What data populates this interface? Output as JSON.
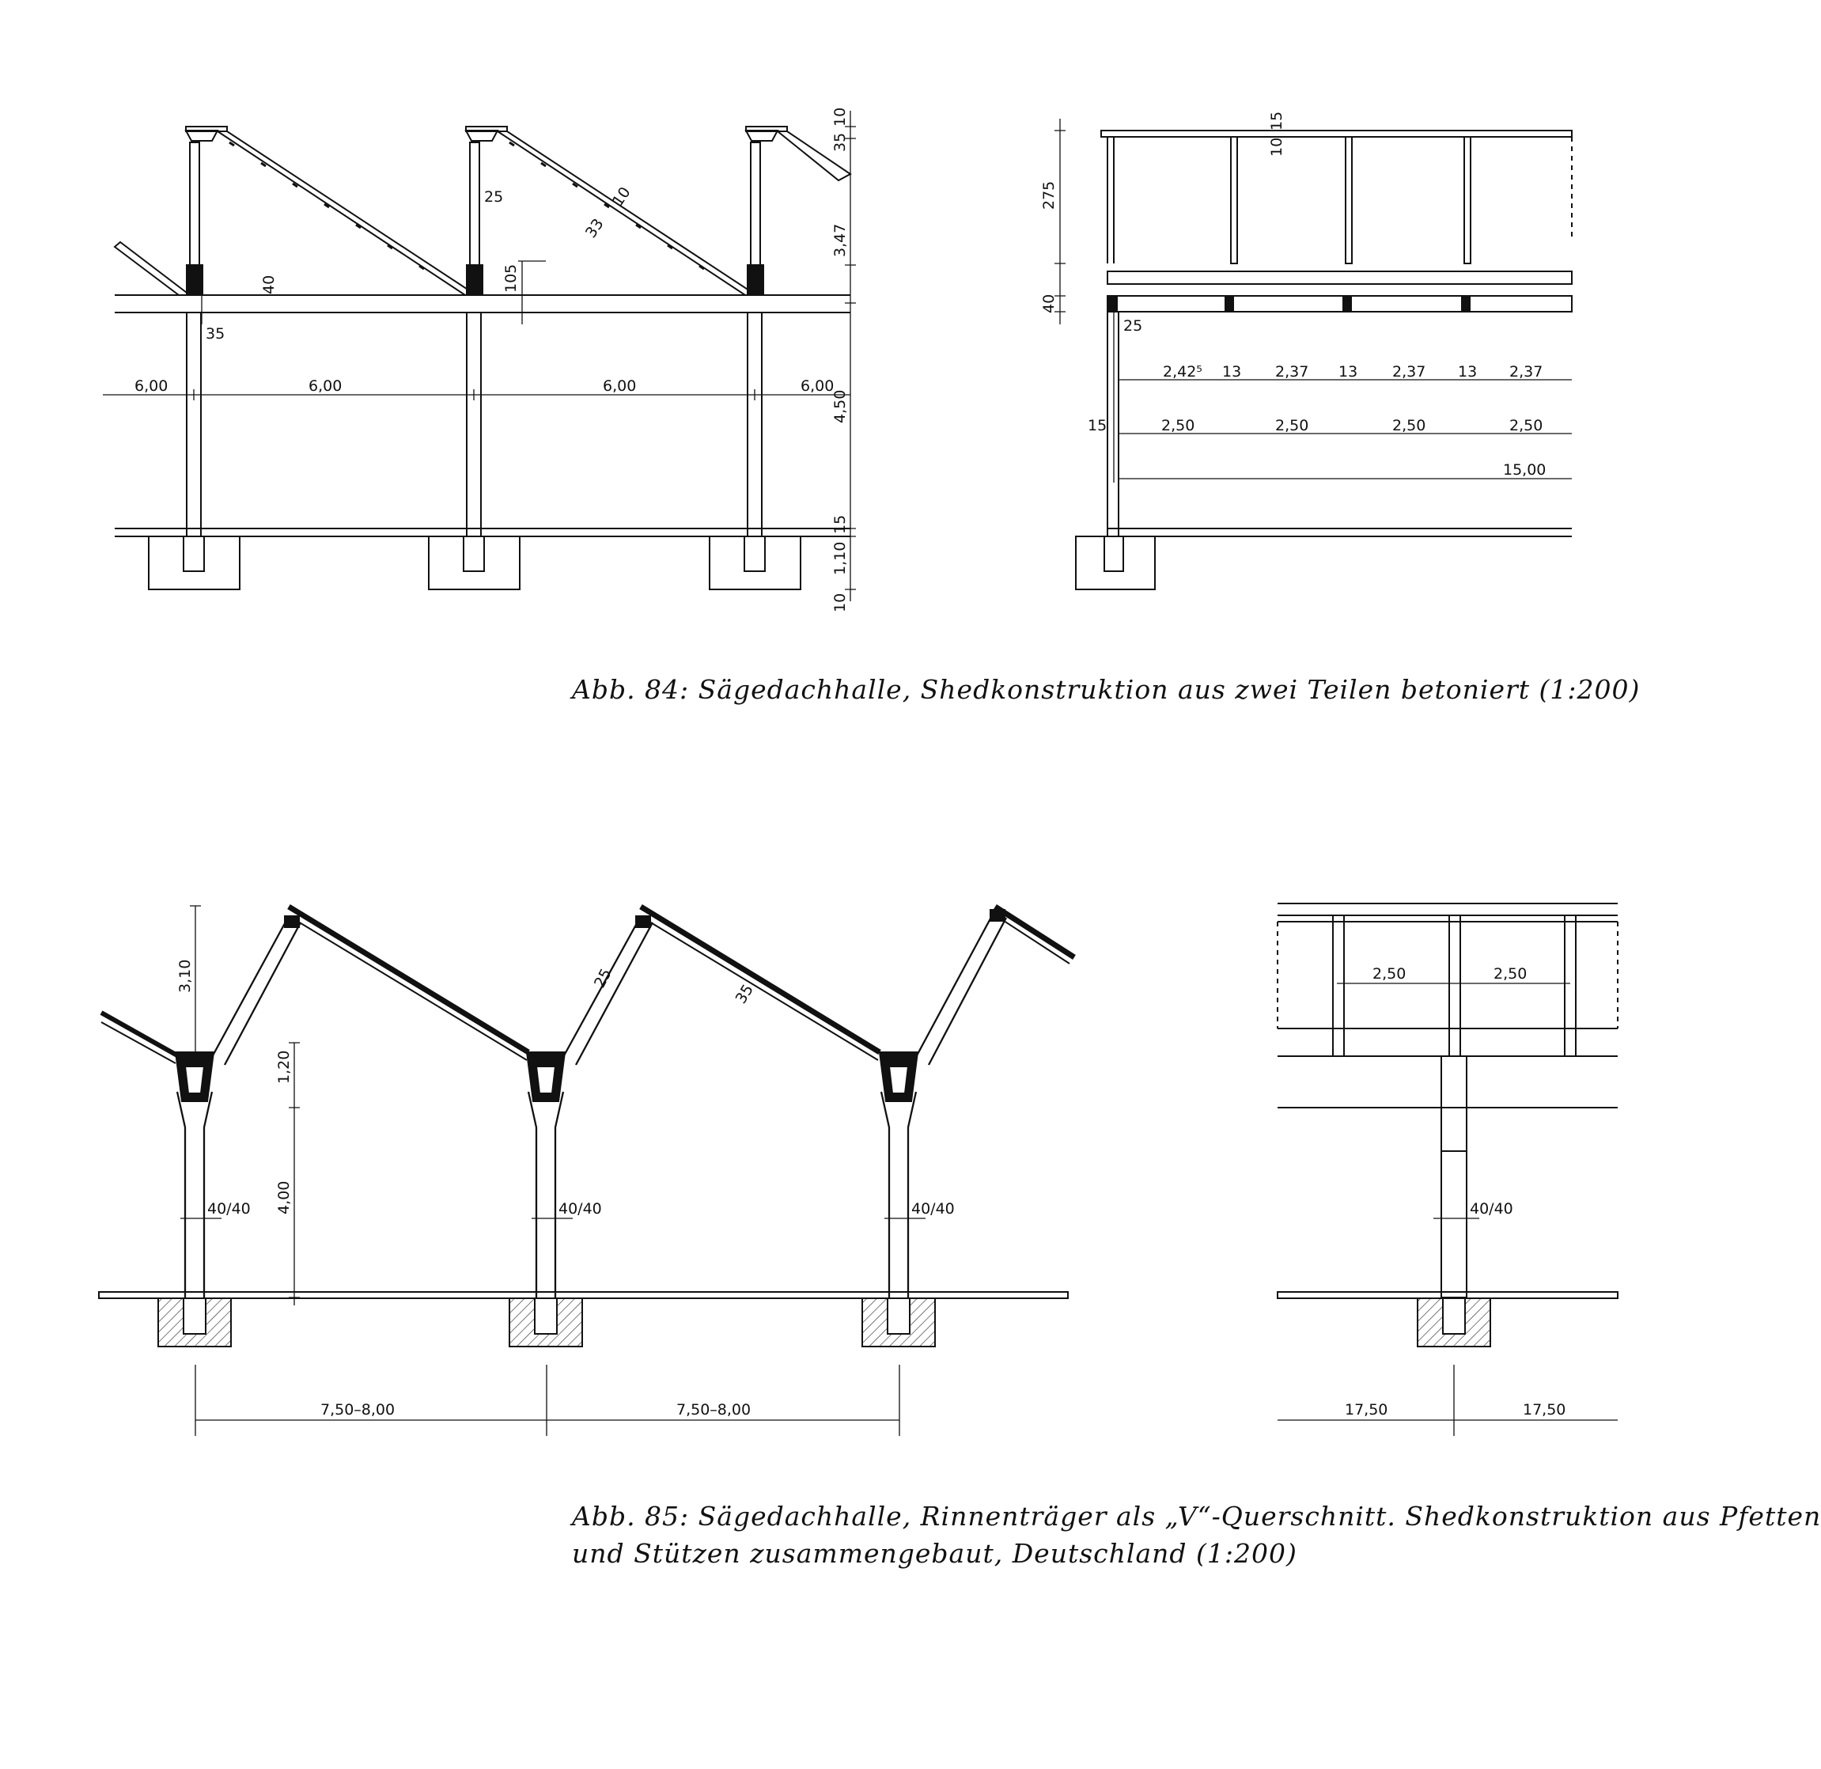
{
  "fig84": {
    "caption": "Abb. 84: Sägedachhalle, Shedkonstruktion aus zwei Teilen  betoniert (1:200)",
    "section_dims": [
      "6,00",
      "6,00",
      "6,00",
      "6,00",
      "40",
      "35",
      "25",
      "105",
      "33",
      "10",
      "35",
      "10",
      "3,47",
      "4,50",
      "15",
      "1,10",
      "10"
    ],
    "elevation_dims": [
      "275",
      "10",
      "15",
      "40",
      "25",
      "2,42⁵",
      "13",
      "2,37",
      "13",
      "2,37",
      "13",
      "2,37",
      "15",
      "2,50",
      "2,50",
      "2,50",
      "2,50",
      "15,00"
    ]
  },
  "fig85": {
    "caption_line1": "Abb. 85: Sägedachhalle, Rinnenträger als „V“-Querschnitt. Shedkonstruktion aus Pfetten",
    "caption_line2": "und Stützen zusammengebaut, Deutschland (1:200)",
    "section_dims": [
      "3,10",
      "1,20",
      "4,00",
      "25",
      "35",
      "40/40",
      "40/40",
      "40/40",
      "7,50–8,00",
      "7,50–8,00"
    ],
    "elevation_dims": [
      "2,50",
      "2,50",
      "40/40",
      "17,50",
      "17,50"
    ]
  }
}
